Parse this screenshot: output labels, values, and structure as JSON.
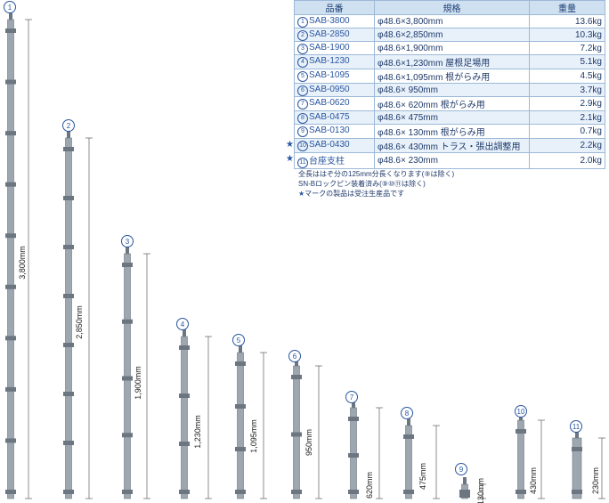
{
  "table": {
    "headers": [
      "品番",
      "規格",
      "重量"
    ],
    "rows": [
      {
        "no": "1",
        "model": "SAB-3800",
        "spec": "φ48.6×3,800mm",
        "weight": "13.6kg",
        "star": false
      },
      {
        "no": "2",
        "model": "SAB-2850",
        "spec": "φ48.6×2,850mm",
        "weight": "10.3kg",
        "star": false
      },
      {
        "no": "3",
        "model": "SAB-1900",
        "spec": "φ48.6×1,900mm",
        "weight": "7.2kg",
        "star": false
      },
      {
        "no": "4",
        "model": "SAB-1230",
        "spec": "φ48.6×1,230mm 屋根足場用",
        "weight": "5.1kg",
        "star": false
      },
      {
        "no": "5",
        "model": "SAB-1095",
        "spec": "φ48.6×1,095mm 根がらみ用",
        "weight": "4.5kg",
        "star": false
      },
      {
        "no": "6",
        "model": "SAB-0950",
        "spec": "φ48.6×  950mm",
        "weight": "3.7kg",
        "star": false
      },
      {
        "no": "7",
        "model": "SAB-0620",
        "spec": "φ48.6×  620mm 根がらみ用",
        "weight": "2.9kg",
        "star": false
      },
      {
        "no": "8",
        "model": "SAB-0475",
        "spec": "φ48.6×  475mm",
        "weight": "2.1kg",
        "star": false
      },
      {
        "no": "9",
        "model": "SAB-0130",
        "spec": "φ48.6×  130mm 根がらみ用",
        "weight": "0.7kg",
        "star": false
      },
      {
        "no": "10",
        "model": "SAB-0430",
        "spec": "φ48.6×  430mm トラス・張出調整用",
        "weight": "2.2kg",
        "star": true
      },
      {
        "no": "11",
        "model": "台座支柱",
        "spec": "φ48.6×  230mm",
        "weight": "2.0kg",
        "star": true
      }
    ]
  },
  "notes": {
    "line1": "全長ははぞ分の125mm分長くなります(⑨は除く)",
    "line2": "SN-Bロックピン装着済み(⑨⑩⑪は除く)",
    "line3": "マークの製品は受注生産品です",
    "star": "★"
  },
  "posts": [
    {
      "no": "1",
      "dim": "3,800mm"
    },
    {
      "no": "2",
      "dim": "2,850mm"
    },
    {
      "no": "3",
      "dim": "1,900mm"
    },
    {
      "no": "4",
      "dim": "1,230mm"
    },
    {
      "no": "5",
      "dim": "1,095mm"
    },
    {
      "no": "6",
      "dim": "950mm"
    },
    {
      "no": "7",
      "dim": "620mm"
    },
    {
      "no": "8",
      "dim": "475mm"
    },
    {
      "no": "9",
      "dim": "130mm"
    },
    {
      "no": "10",
      "dim": "430mm"
    },
    {
      "no": "11",
      "dim": "230mm"
    }
  ],
  "colors": {
    "accent": "#2a56a0",
    "steel": "#9ea7b0",
    "steel_dark": "#6c7680",
    "header_bg": "#cfe0f0"
  }
}
